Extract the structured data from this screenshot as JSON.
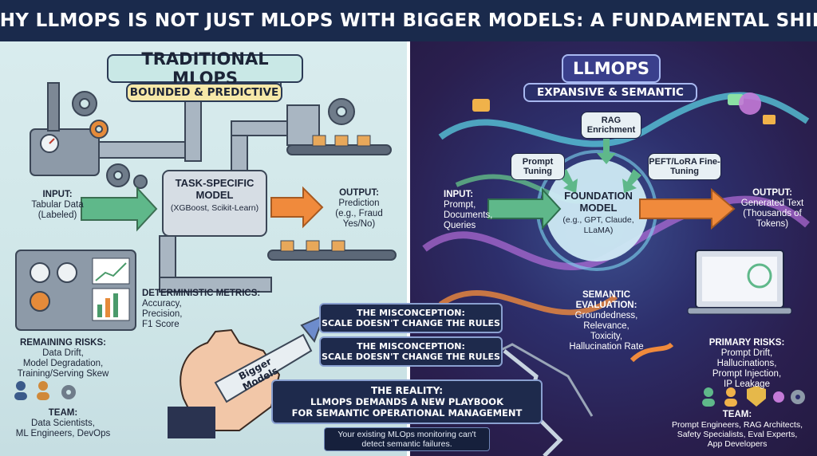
{
  "title": "WHY LLMOPS IS NOT JUST MLOPS WITH BIGGER MODELS: A FUNDAMENTAL SHIFT",
  "left": {
    "heading": "TRADITIONAL MLOPS",
    "subheading": "BOUNDED & PREDICTIVE",
    "input_title": "INPUT:",
    "input_lines": [
      "Tabular Data",
      "(Labeled)"
    ],
    "model_title": "TASK-SPECIFIC MODEL",
    "model_sub": "(XGBoost, Scikit-Learn)",
    "output_title": "OUTPUT:",
    "output_lines": [
      "Prediction",
      "(e.g., Fraud",
      "Yes/No)"
    ],
    "metrics_title": "DETERMINISTIC METRICS:",
    "metrics_lines": [
      "Accuracy,",
      "Precision,",
      "F1 Score"
    ],
    "risks_title": "REMAINING RISKS:",
    "risks_lines": [
      "Data Drift,",
      "Model Degradation,",
      "Training/Serving Skew"
    ],
    "team_title": "TEAM:",
    "team_lines": [
      "Data Scientists,",
      "ML Engineers, DevOps"
    ],
    "arrow_label": "Bigger Models"
  },
  "right": {
    "heading": "LLMOPS",
    "subheading": "EXPANSIVE & SEMANTIC",
    "rag": "RAG Enrichment",
    "prompt_tuning": "Prompt Tuning",
    "peft": "PEFT/LoRA Fine-Tuning",
    "input_title": "INPUT:",
    "input_lines": [
      "Prompt,",
      "Documents,",
      "Queries"
    ],
    "model_title": "FOUNDATION MODEL",
    "model_sub": "(e.g., GPT, Claude, LLaMA)",
    "output_title": "OUTPUT:",
    "output_lines": [
      "Generated Text",
      "(Thousands of",
      "Tokens)"
    ],
    "eval_title": "SEMANTIC EVALUATION:",
    "eval_lines": [
      "Groundedness,",
      "Relevance,",
      "Toxicity,",
      "Hallucination Rate"
    ],
    "risks_title": "PRIMARY RISKS:",
    "risks_lines": [
      "Prompt Drift,",
      "Hallucinations,",
      "Prompt Injection,",
      "IP Leakage"
    ],
    "team_title": "TEAM:",
    "team_lines": [
      "Prompt Engineers, RAG Architects,",
      "Safety Specialists, Eval Experts,",
      "App Developers"
    ]
  },
  "center": {
    "misconception_title": "THE MISCONCEPTION:",
    "misconception_text": "SCALE DOESN'T CHANGE THE RULES",
    "reality_title": "THE REALITY:",
    "reality_lines": [
      "LLMOPS DEMANDS A NEW PLAYBOOK",
      "FOR SEMANTIC OPERATIONAL MANAGEMENT"
    ],
    "footnote_lines": [
      "Your existing MLOps monitoring can't",
      "detect semantic failures."
    ]
  },
  "colors": {
    "title_bg": "#1a2a4c",
    "left_bg": "#d9ecee",
    "right_bg": "#2d2f6c",
    "green_arrow": "#5fb88a",
    "orange_arrow": "#f08a3c",
    "left_badge": "#c9e8e6",
    "right_badge": "#3a3f8c"
  },
  "icons": [
    "gear-icon",
    "factory-icon",
    "pipe-icon",
    "conveyor-icon",
    "dashboard-icon",
    "person-icon",
    "hand-icon",
    "orb-icon",
    "laptop-icon",
    "shield-icon",
    "chat-bubble-icon",
    "crack-icon"
  ]
}
